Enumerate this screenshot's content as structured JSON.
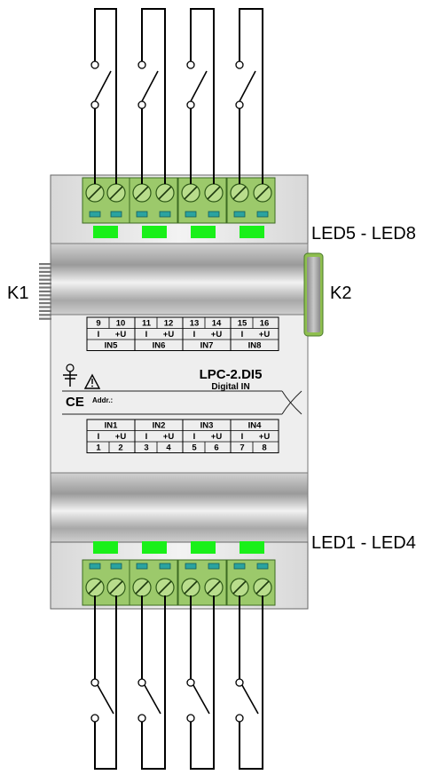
{
  "labels": {
    "led_top": "LED5 - LED8",
    "led_bottom": "LED1 - LED4",
    "k1": "K1",
    "k2": "K2"
  },
  "device": {
    "title": "LPC-2.DI5",
    "subtitle": "Digital IN",
    "addr_label": "Addr.:",
    "ce_mark": "CE"
  },
  "top_terminal_block": {
    "groups": [
      {
        "pins": [
          "9",
          "10"
        ],
        "signals": [
          "I",
          "+U"
        ],
        "name": "IN5"
      },
      {
        "pins": [
          "11",
          "12"
        ],
        "signals": [
          "I",
          "+U"
        ],
        "name": "IN6"
      },
      {
        "pins": [
          "13",
          "14"
        ],
        "signals": [
          "I",
          "+U"
        ],
        "name": "IN7"
      },
      {
        "pins": [
          "15",
          "16"
        ],
        "signals": [
          "I",
          "+U"
        ],
        "name": "IN8"
      }
    ]
  },
  "bottom_terminal_block": {
    "groups": [
      {
        "name": "IN1",
        "signals": [
          "I",
          "+U"
        ],
        "pins": [
          "1",
          "2"
        ]
      },
      {
        "name": "IN2",
        "signals": [
          "I",
          "+U"
        ],
        "pins": [
          "3",
          "4"
        ]
      },
      {
        "name": "IN3",
        "signals": [
          "I",
          "+U"
        ],
        "pins": [
          "5",
          "6"
        ]
      },
      {
        "name": "IN4",
        "signals": [
          "I",
          "+U"
        ],
        "pins": [
          "7",
          "8"
        ]
      }
    ]
  },
  "colors": {
    "terminal_green": "#9cc96b",
    "led_green": "#19f019",
    "indicator_teal": "#2aa3a0",
    "housing_gray": "#e8e8e8",
    "rail_gray": "#b5b5b5"
  },
  "icons": [
    "switch-icon",
    "screw-icon",
    "warning-triangle-icon",
    "ground-symbol-icon",
    "connector-k1-icon",
    "connector-k2-icon"
  ]
}
